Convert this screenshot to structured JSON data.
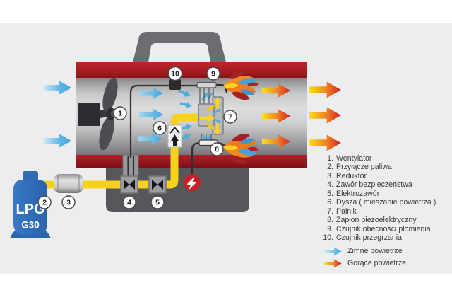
{
  "diagram": {
    "tank_label_line1": "LPG",
    "tank_label_line2": "G30",
    "callouts": [
      "1",
      "2",
      "3",
      "4",
      "5",
      "6",
      "7",
      "8",
      "9",
      "10"
    ]
  },
  "legend": {
    "items": [
      {
        "num": "1.",
        "text": "Wentylator"
      },
      {
        "num": "2.",
        "text": "Przyłącze paliwa"
      },
      {
        "num": "3.",
        "text": "Reduktor"
      },
      {
        "num": "4.",
        "text": "Zawór bezpieczeństwa"
      },
      {
        "num": "5.",
        "text": "Elektrozawór"
      },
      {
        "num": "6.",
        "text": "Dysza ( mieszanie powietrza )"
      },
      {
        "num": "7.",
        "text": "Palnik"
      },
      {
        "num": "8.",
        "text": "Zapłon piezoelektryczny"
      },
      {
        "num": "9.",
        "text": "Czujnik obecności płomienia"
      },
      {
        "num": "10.",
        "text": "Czujnik przegrzania"
      }
    ],
    "cold_air": "Zimne powietrze",
    "hot_air": "Gorące powietrze"
  },
  "colors": {
    "body_red": "#a91e23",
    "cylinder_gray": "#c6c7c9",
    "cold_air_blue": "#56b3e0",
    "hot_air_orange": "#f08020",
    "hot_air_red": "#d2272b",
    "gas_pipe_yellow": "#f6d21f",
    "tank_blue": "#2f6cb8",
    "flame_red": "#a32025",
    "piezo_red": "#c62128"
  }
}
